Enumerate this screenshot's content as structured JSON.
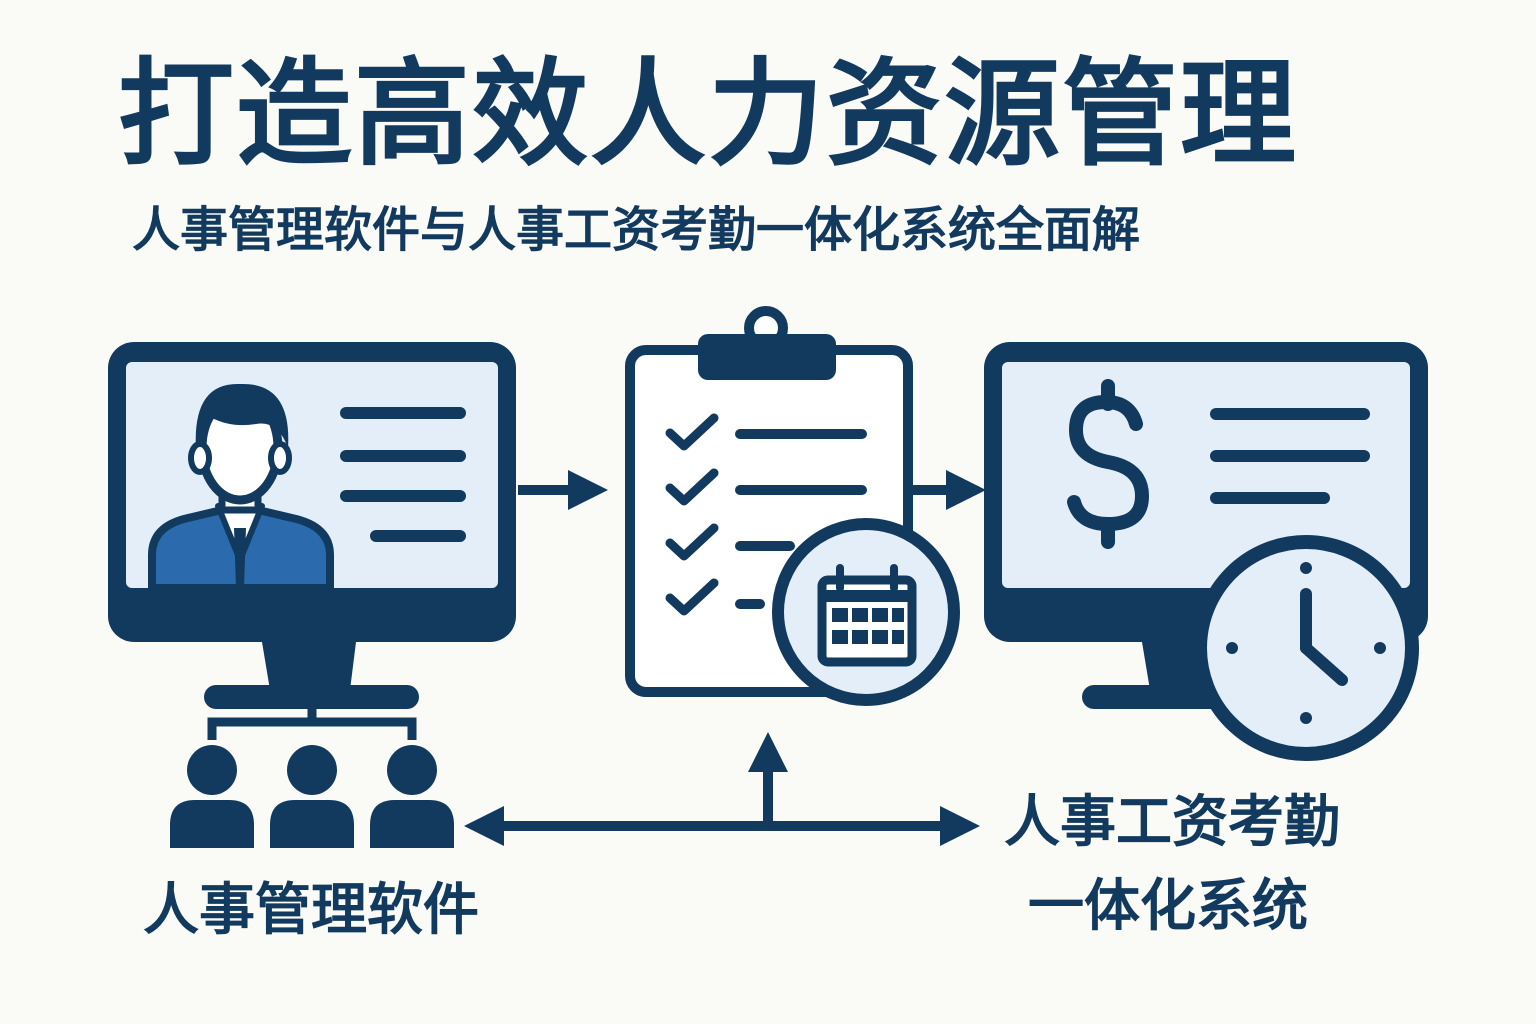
{
  "title": "打造高效人力资源管理",
  "subtitle": "人事管理软件与人事工资考勤一体化系统全面解",
  "left_caption": "人事管理软件",
  "right_caption": {
    "line1": "人事工资考勤",
    "line2": "一体化系统"
  },
  "icons": {
    "hr_monitor": "employee-profile-monitor-icon",
    "team": "team-people-icon",
    "checklist": "clipboard-checklist-icon",
    "calendar": "calendar-icon",
    "payroll_monitor": "payroll-dollar-monitor-icon",
    "clock": "clock-icon"
  },
  "colors": {
    "navy": "#123a5e",
    "light_blue": "#e3eef9",
    "suit_blue": "#2a6aad",
    "background": "#fafaf7"
  }
}
